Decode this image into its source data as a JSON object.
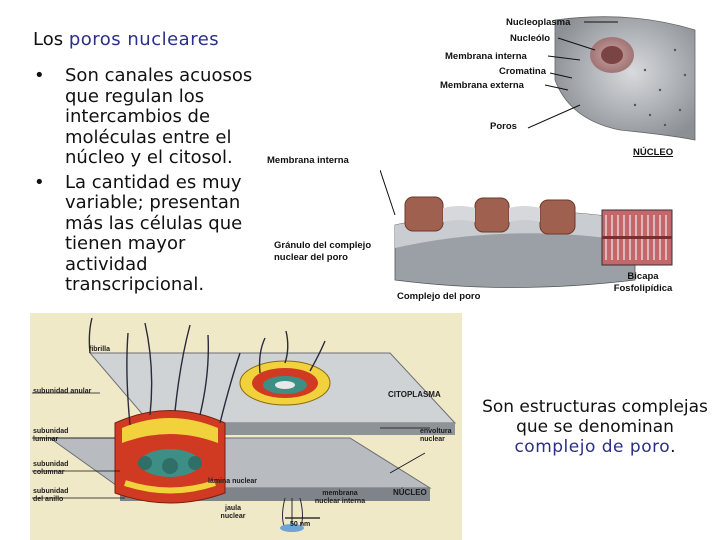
{
  "title": {
    "prefix": "Los ",
    "highlight": "poros nucleares"
  },
  "bullets": [
    "Son canales acuosos que regulan los intercambios de moléculas entre el núcleo y el citosol.",
    "La cantidad es muy variable; presentan más las células que tienen mayor actividad transcripcional."
  ],
  "upper_figure_labels": {
    "nucleoplasma": "Nucleoplasma",
    "nucleolo": "Nucleólo",
    "membrana_interna_top": "Membrana interna",
    "cromatina": "Cromatina",
    "membrana_externa": "Membrana externa",
    "poros": "Poros",
    "nucleo": "NÚCLEO",
    "membrana_interna": "Membrana interna",
    "granulo": "Gránulo del complejo nuclear del poro",
    "complejo": "Complejo del poro",
    "bicapa": "Bicapa Fosfolipídica"
  },
  "lower_figure_labels": {
    "fibrilla": "fibrilla",
    "subunidad_anular": "subunidad anular",
    "subunidad_luminar": "subunidad luminar",
    "subunidad_columnar": "subunidad columnar",
    "subunidad_anillo": "subunidad del anillo",
    "citoplasma": "CITOPLASMA",
    "envoltura": "envoltura nuclear",
    "lamina": "lámina nuclear",
    "membrana_nuclear_interna": "membrana nuclear interna",
    "nucleo": "NÚCLEO",
    "jaula": "jaula nuclear",
    "escala": "50 nm"
  },
  "caption": {
    "text": "Son estructuras complejas que se denominan ",
    "highlight": "complejo de poro",
    "end": "."
  },
  "colors": {
    "highlight": "#2b2f86",
    "ring_red": "#d03a22",
    "ring_yellow": "#f2d23c",
    "teal": "#3d8f86",
    "membrane_gray": "#a9adb2"
  }
}
